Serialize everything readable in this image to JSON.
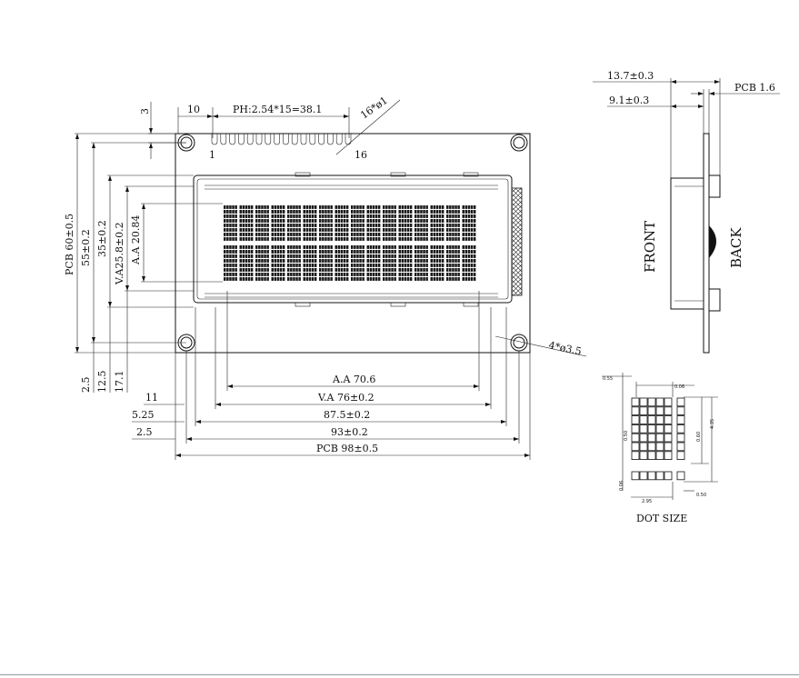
{
  "dims": {
    "top_10": "10",
    "pin_pitch": "PH:2.54*15=38.1",
    "pin_holes": "16*ø1",
    "top_3": "3",
    "pin_1": "1",
    "pin_16": "16",
    "pcb_height": "PCB 60±0.5",
    "h_55": "55±0.2",
    "h_35": "35±0.2",
    "va_height": "V.A25.8±0.2",
    "aa_height": "A.A 20.84",
    "bot_2_5": "2.5",
    "bot_12_5": "12.5",
    "bot_17_1": "17.1",
    "aa_width": "A.A 70.6",
    "left_11": "11",
    "va_width": "V.A 76±0.2",
    "left_5_25": "5.25",
    "w_87_5": "87.5±0.2",
    "left_2_5": "2.5",
    "w_93": "93±0.2",
    "pcb_width": "PCB 98±0.5",
    "mount_holes": "4*ø3.5"
  },
  "side": {
    "depth_13_7": "13.7±0.3",
    "depth_9_1": "9.1±0.3",
    "pcb_thick": "PCB 1.6",
    "front": "FRONT",
    "back": "BACK"
  },
  "dot": {
    "d_0_55": "0.55",
    "d_0_06a": "0.06",
    "d_0_06b": "0.06",
    "d_0_50a": "0.50",
    "d_0_50b": "0.50",
    "d_0_60": "0.60",
    "d_4_35": "4.35",
    "d_2_95": "2.95",
    "d_0_50c": "0.50",
    "title": "DOT SIZE"
  }
}
